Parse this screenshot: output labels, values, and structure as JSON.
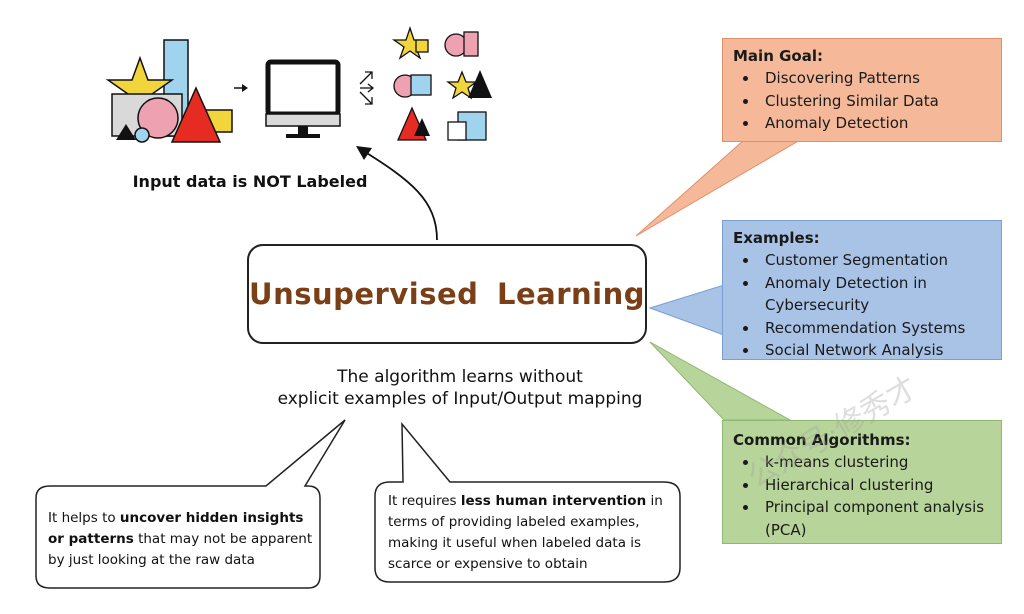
{
  "main": {
    "title": "Unsupervised Learning"
  },
  "input_label": "Input data is NOT Labeled",
  "description": {
    "line1": "The algorithm learns without",
    "line2": "explicit examples of Input/Output mapping"
  },
  "panels": {
    "goal": {
      "title": "Main Goal:",
      "items": [
        "Discovering Patterns",
        "Clustering Similar Data",
        "Anomaly Detection"
      ],
      "color": "#f5b899"
    },
    "examples": {
      "title": "Examples:",
      "items": [
        "Customer Segmentation",
        "Anomaly Detection in Cybersecurity",
        "Recommendation Systems",
        "Social Network Analysis"
      ],
      "color": "#a9c3e6"
    },
    "algorithms": {
      "title": "Common Algorithms:",
      "items": [
        "k-means clustering",
        "Hierarchical clustering",
        "Principal component analysis (PCA)"
      ],
      "color": "#b7d49a"
    }
  },
  "bubbles": {
    "left": {
      "pre": "It helps to ",
      "bold": "uncover hidden insights or patterns",
      "post": " that may not be apparent by just looking at the raw data"
    },
    "right": {
      "pre": "It requires ",
      "bold": "less human intervention",
      "post": " in terms of providing labeled examples, making it useful when labeled data is scarce or expensive to obtain"
    }
  },
  "watermark": "公众号·修秀才",
  "icons": {
    "input_shapes": "mixed-shapes-icon",
    "monitor": "monitor-icon",
    "output_groups": "grouped-shapes-icon"
  },
  "colors": {
    "title": "#7b3f17",
    "yellow": "#f2d43b",
    "blue": "#9fd3ee",
    "pink": "#eea1b0",
    "red": "#e52b22"
  }
}
